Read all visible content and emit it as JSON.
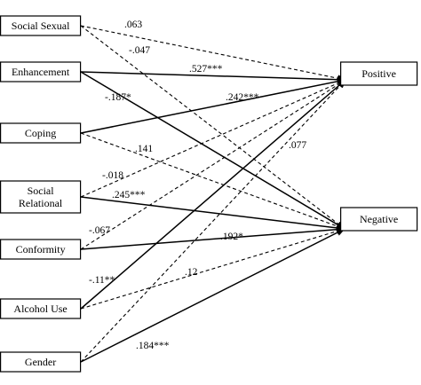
{
  "predictors": [
    {
      "id": "social_sexual",
      "lines": [
        "Social Sexual"
      ]
    },
    {
      "id": "enhancement",
      "lines": [
        "Enhancement"
      ]
    },
    {
      "id": "coping",
      "lines": [
        "Coping"
      ]
    },
    {
      "id": "social_relational",
      "lines": [
        "Social",
        "Relational"
      ]
    },
    {
      "id": "conformity",
      "lines": [
        "Conformity"
      ]
    },
    {
      "id": "alcohol_use",
      "lines": [
        "Alcohol Use"
      ]
    },
    {
      "id": "gender",
      "lines": [
        "Gender"
      ]
    }
  ],
  "outcomes": [
    {
      "id": "positive",
      "lines": [
        "Positive"
      ]
    },
    {
      "id": "negative",
      "lines": [
        "Negative"
      ]
    }
  ],
  "paths": [
    {
      "from": "social_sexual",
      "to": "positive",
      "coef": ".063",
      "style": "dashed"
    },
    {
      "from": "social_sexual",
      "to": "negative",
      "coef": "-.047",
      "style": "dashed"
    },
    {
      "from": "enhancement",
      "to": "positive",
      "coef": ".527***",
      "style": "solid"
    },
    {
      "from": "enhancement",
      "to": "negative",
      "coef": "-.187*",
      "style": "solid"
    },
    {
      "from": "coping",
      "to": "positive",
      "coef": ".242***",
      "style": "solid"
    },
    {
      "from": "coping",
      "to": "negative",
      "coef": ".141",
      "style": "dashed"
    },
    {
      "from": "social_relational",
      "to": "positive",
      "coef": "-.018",
      "style": "dashed"
    },
    {
      "from": "social_relational",
      "to": "negative",
      "coef": ".245***",
      "style": "solid"
    },
    {
      "from": "conformity",
      "to": "positive",
      "coef": "-.067",
      "style": "dashed"
    },
    {
      "from": "conformity",
      "to": "negative",
      "coef": ".192*",
      "style": "solid"
    },
    {
      "from": "alcohol_use",
      "to": "positive",
      "coef": "-.11**",
      "style": "solid"
    },
    {
      "from": "alcohol_use",
      "to": "negative",
      "coef": ".12",
      "style": "dashed"
    },
    {
      "from": "gender",
      "to": "positive",
      "coef": ".077",
      "style": "dashed"
    },
    {
      "from": "gender",
      "to": "negative",
      "coef": ".184***",
      "style": "solid"
    }
  ]
}
